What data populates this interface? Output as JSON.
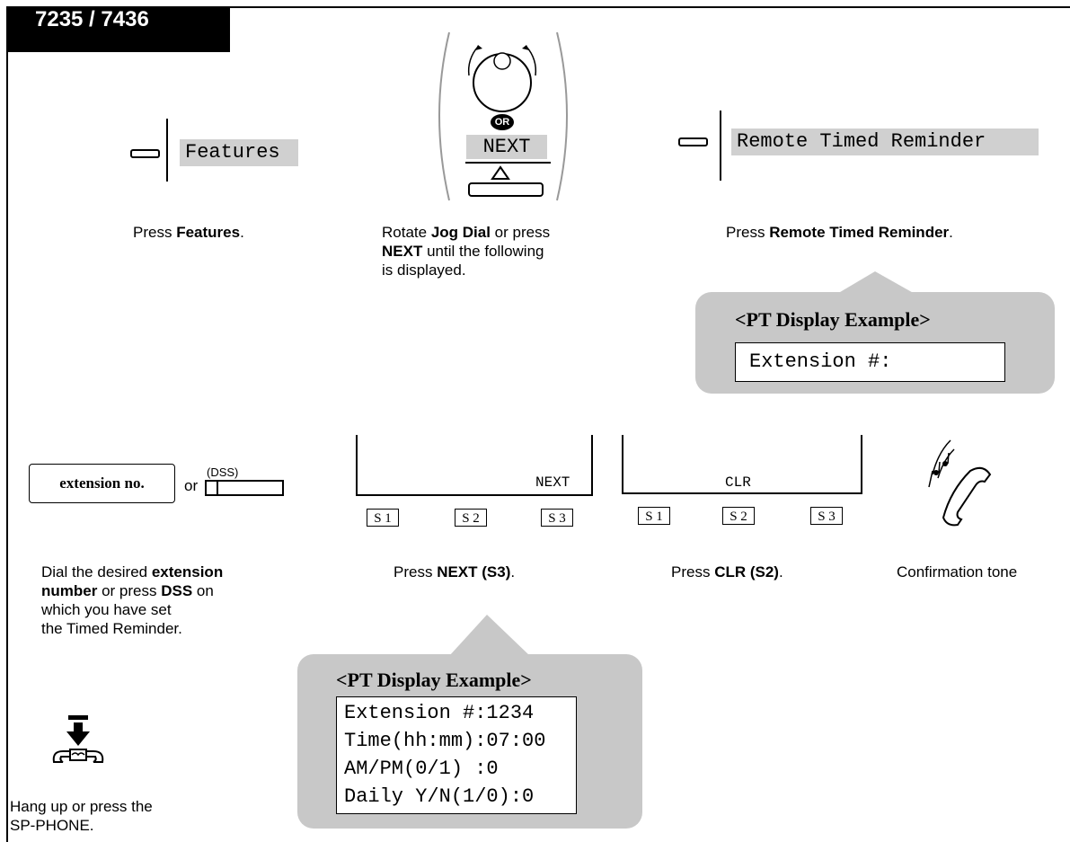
{
  "header": {
    "model": "7235 / 7436"
  },
  "steps": {
    "features": {
      "key_label": "Features",
      "caption_prefix": "Press ",
      "caption_bold": "Features",
      "caption_suffix": "."
    },
    "jog": {
      "or_label": "OR",
      "next_label": "NEXT",
      "caption_1": "Rotate ",
      "caption_2": "Jog Dial",
      "caption_3": " or press",
      "caption_4": "NEXT",
      "caption_5": " until the following",
      "caption_6": "is displayed."
    },
    "remote": {
      "key_label": "Remote Timed Reminder",
      "caption_prefix": "Press ",
      "caption_bold": "Remote Timed Reminder",
      "caption_suffix": "."
    },
    "display1": {
      "title": "<PT Display Example>",
      "line": "Extension #:"
    },
    "dial": {
      "box_label": "extension no.",
      "or_label": "or",
      "dss_label": "(DSS)",
      "caption_1": "Dial the desired ",
      "caption_2": "extension",
      "caption_3": "number",
      "caption_4": " or press ",
      "caption_5": "DSS",
      "caption_6": " on",
      "caption_7": "which you have set",
      "caption_8": "the Timed Reminder."
    },
    "softkeys_next": {
      "screen_label": "NEXT",
      "keys": [
        "S 1",
        "S 2",
        "S 3"
      ],
      "caption_prefix": "Press ",
      "caption_bold": "NEXT (S3)",
      "caption_suffix": "."
    },
    "softkeys_clr": {
      "screen_label": "CLR",
      "keys": [
        "S 1",
        "S 2",
        "S 3"
      ],
      "caption_prefix": "Press ",
      "caption_bold": "CLR (S2)",
      "caption_suffix": "."
    },
    "confirm": {
      "caption": "Confirmation tone"
    },
    "display2": {
      "title": "<PT Display Example>",
      "lines": [
        "Extension #:1234",
        "Time(hh:mm):07:00",
        "AM/PM(0/1) :0",
        "Daily Y/N(1/0):0"
      ]
    },
    "hangup": {
      "caption_1": "Hang up or press the",
      "caption_2": "SP-PHONE."
    }
  },
  "icons": {
    "rect_key": "rectangular-button-icon",
    "jog_dial": "jog-dial-icon",
    "arrow_up": "triangle-up-icon",
    "handset_ringing": "handset-ringing-icon",
    "hang_up": "hang-up-icon"
  }
}
